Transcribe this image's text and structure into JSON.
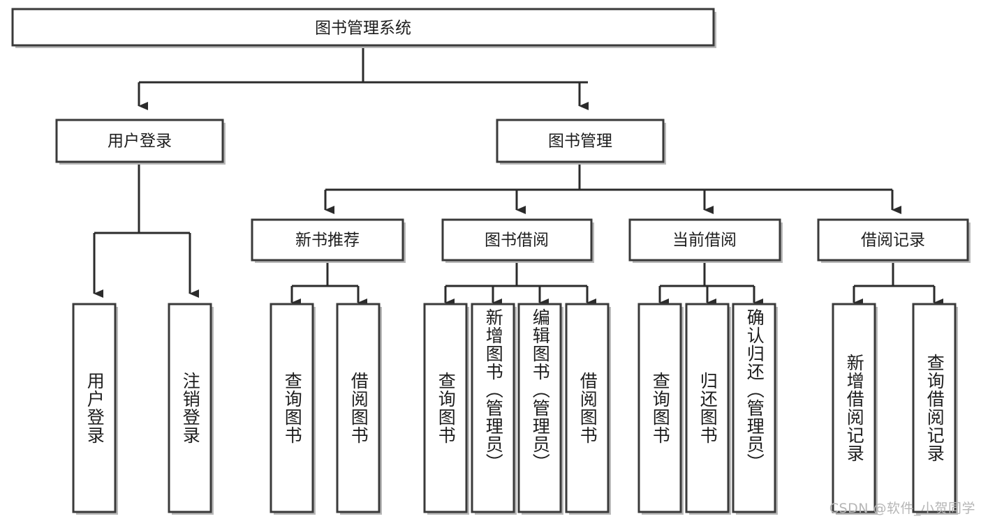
{
  "diagram": {
    "type": "tree",
    "title": "图书管理系统",
    "orientation": "top-down",
    "colors": {
      "box_fill": "#ffffff",
      "box_stroke": "#3a3a3a",
      "connector": "#2b2b2b",
      "shadow": "#b9b9b9",
      "text": "#1d1d1d",
      "watermark": "#b6b6b6"
    },
    "root": {
      "label": "图书管理系统"
    },
    "level2": [
      {
        "label": "用户登录"
      },
      {
        "label": "图书管理"
      }
    ],
    "level3": [
      {
        "label": "新书推荐"
      },
      {
        "label": "图书借阅"
      },
      {
        "label": "当前借阅"
      },
      {
        "label": "借阅记录"
      }
    ],
    "leaves": {
      "user_login": [
        {
          "label": "用户登录"
        },
        {
          "label": "注销登录"
        }
      ],
      "new_book_recommend": [
        {
          "label": "查询图书"
        },
        {
          "label": "借阅图书"
        }
      ],
      "book_borrow": [
        {
          "label": "查询图书"
        },
        {
          "label": "新增图书（管理员）"
        },
        {
          "label": "编辑图书（管理员）"
        },
        {
          "label": "借阅图书"
        }
      ],
      "current_borrow": [
        {
          "label": "查询图书"
        },
        {
          "label": "归还图书"
        },
        {
          "label": "确认归还（管理员）"
        }
      ],
      "borrow_record": [
        {
          "label": "新增借阅记录"
        },
        {
          "label": "查询借阅记录"
        }
      ]
    }
  },
  "watermark": {
    "text": "CSDN @软件_小贺同学"
  }
}
